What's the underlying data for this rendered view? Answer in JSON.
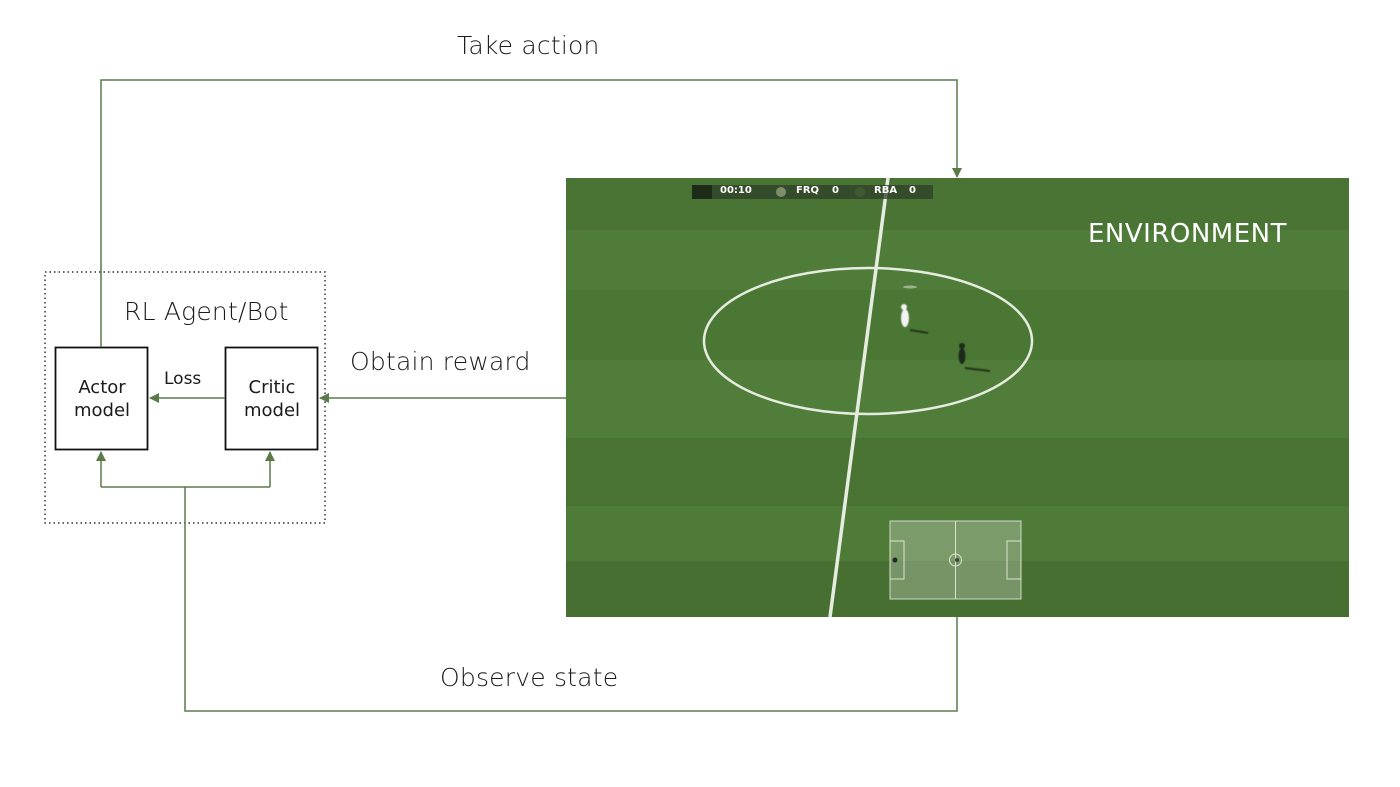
{
  "labels": {
    "take_action": "Take action",
    "obtain_reward": "Obtain reward",
    "observe_state": "Observe state",
    "loss": "Loss",
    "agent_title": "RL Agent/Bot",
    "environment": "ENVIRONMENT"
  },
  "actor_box": {
    "line1": "Actor",
    "line2": "model"
  },
  "critic_box": {
    "line1": "Critic",
    "line2": "model"
  },
  "game_hud": {
    "clock": "00:10",
    "team_home": "FRQ",
    "score_home": "0",
    "team_away": "RBA",
    "score_away": "0"
  },
  "colors": {
    "arrow": "#5a7a48",
    "pitch_light": "#4f7a38",
    "pitch_dark": "#446e30",
    "pitch_line": "#e6ece0"
  }
}
